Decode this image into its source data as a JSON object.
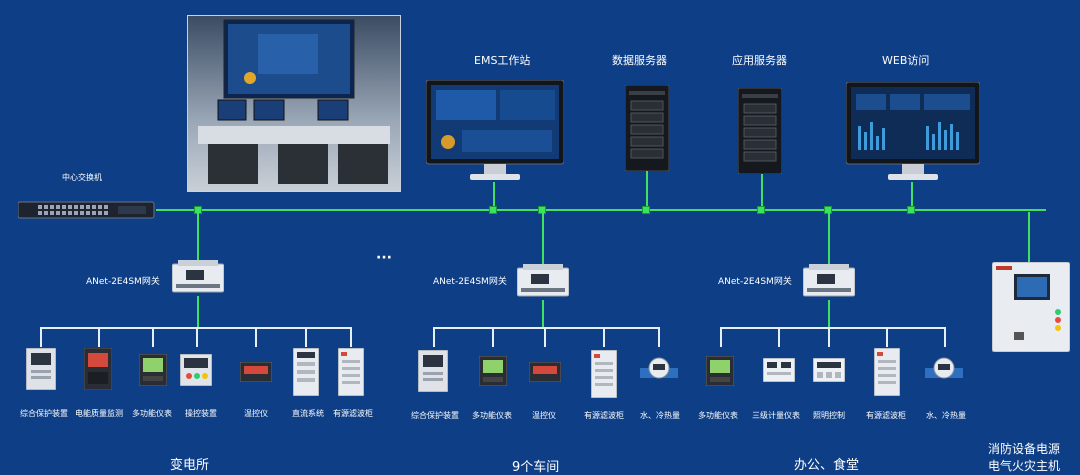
{
  "top_labels": {
    "ems": "EMS工作站",
    "data_server": "数据服务器",
    "app_server": "应用服务器",
    "web": "WEB访问"
  },
  "switch_label": "中心交换机",
  "ellipsis": "···",
  "gateways": [
    {
      "label": "ANet-2E4SM网关"
    },
    {
      "label": "ANet-2E4SM网关"
    },
    {
      "label": "ANet-2E4SM网关"
    }
  ],
  "groups": [
    {
      "title": "变电所",
      "devices": [
        "综合保护装置",
        "电能质量监测",
        "多功能仪表",
        "操控装置",
        "温控仪",
        "直流系统",
        "有源滤波柜"
      ]
    },
    {
      "title": "9个车间",
      "devices": [
        "综合保护装置",
        "多功能仪表",
        "温控仪",
        "有源滤波柜",
        "水、冷热量"
      ]
    },
    {
      "title": "办公、食堂",
      "devices": [
        "多功能仪表",
        "三级计量仪表",
        "照明控制",
        "有源滤波柜",
        "水、冷热量"
      ]
    }
  ],
  "fire": {
    "line1": "消防设备电源",
    "line2": "电气火灾主机"
  },
  "colors": {
    "background": "#0e3f86",
    "bus": "#41e063",
    "node": "#3be35a",
    "wire": "#e6eef8"
  }
}
